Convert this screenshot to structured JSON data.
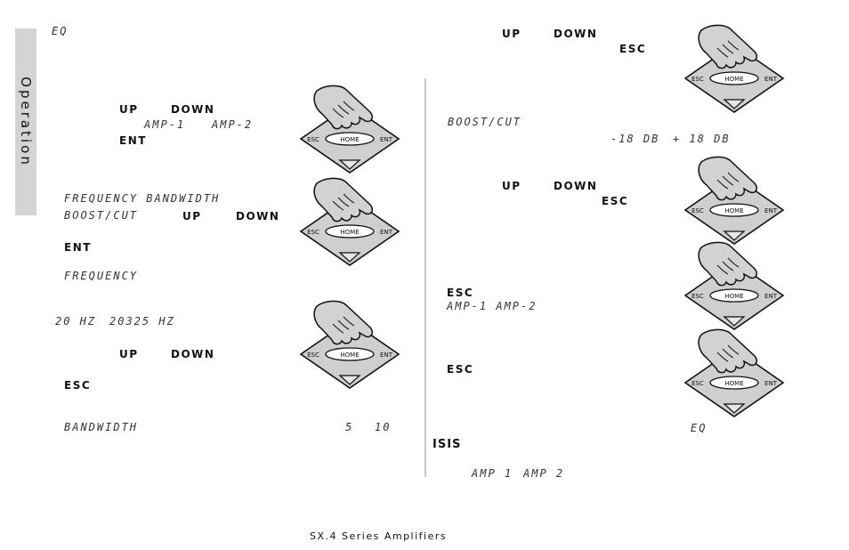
{
  "sidebar": {
    "section_label": "Operation"
  },
  "labels": {
    "up": "UP",
    "down": "DOWN",
    "ent": "ENT",
    "esc": "ESC",
    "home": "HOME",
    "lcd_eq": "EQ",
    "lcd_amp1": "AMP-1",
    "lcd_amp2": "AMP-2",
    "lcd_freq_bw": "FREQUENCY BANDWIDTH",
    "lcd_boost_cut": "BOOST/CUT",
    "lcd_frequency": "FREQUENCY",
    "lcd_20hz": "20 HZ",
    "lcd_20325hz": "20325 HZ",
    "lcd_bandwidth": "BANDWIDTH",
    "lcd_5": "5",
    "lcd_10": "10",
    "lcd_minus18db": "-18 DB",
    "lcd_plus18db": "+ 18 DB",
    "lcd_amp1_amp2": "AMP-1 AMP-2",
    "isis": "ISIS",
    "lcd_amp1_b": "AMP 1",
    "lcd_amp2_b": "AMP 2"
  },
  "footer": {
    "text": "SX.4 Series Amplifiers"
  }
}
